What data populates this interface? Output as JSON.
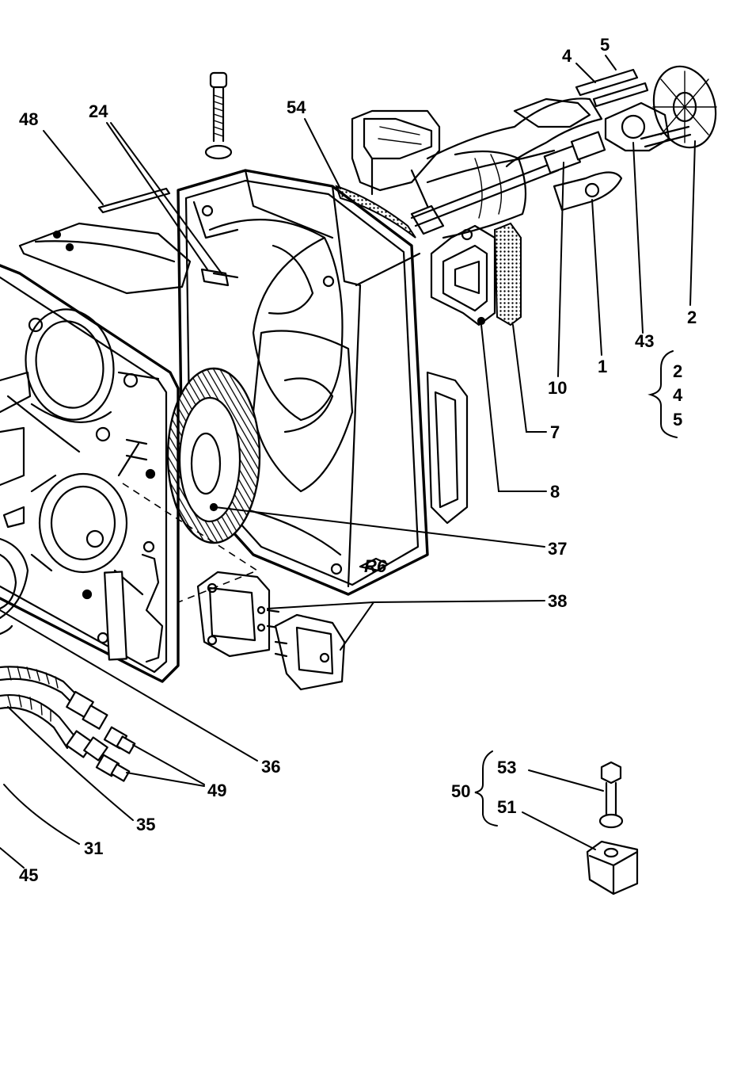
{
  "diagram": {
    "callouts": [
      "1",
      "2",
      "4",
      "5",
      "7",
      "8",
      "10",
      "24",
      "31",
      "35",
      "36",
      "37",
      "38",
      "43",
      "45",
      "48",
      "49",
      "50",
      "51",
      "53",
      "54"
    ],
    "group_43": [
      "2",
      "4",
      "5"
    ],
    "group_50": [
      "53",
      "51"
    ],
    "housing_marking": "R6"
  }
}
